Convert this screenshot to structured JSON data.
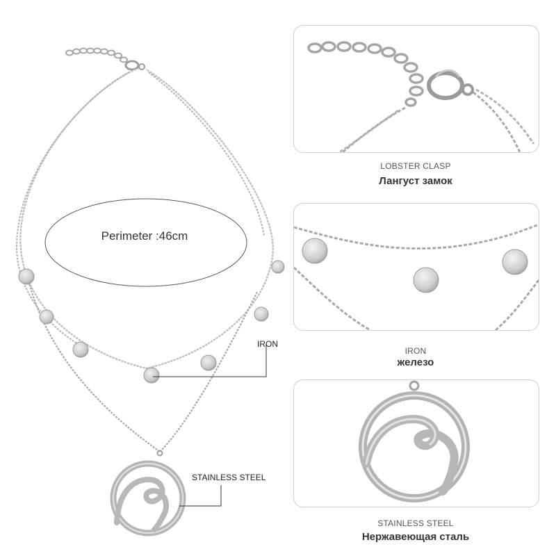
{
  "main_image": {
    "perimeter_label": "Perimeter :46cm",
    "callouts": {
      "iron": "IRON",
      "steel": "STAINLESS STEEL"
    }
  },
  "detail_panels": [
    {
      "caption_en": "LOBSTER CLASP",
      "caption_ru": "Лангуст замок"
    },
    {
      "caption_en": "IRON",
      "caption_ru": "железо"
    },
    {
      "caption_en": "STAINLESS STEEL",
      "caption_ru": "Нержавеющая сталь"
    }
  ],
  "colors": {
    "chain": "#a9a9a9",
    "metal": "#cfcfcf",
    "metal_dark": "#9a9a9a",
    "frame": "#cfcfcf"
  }
}
